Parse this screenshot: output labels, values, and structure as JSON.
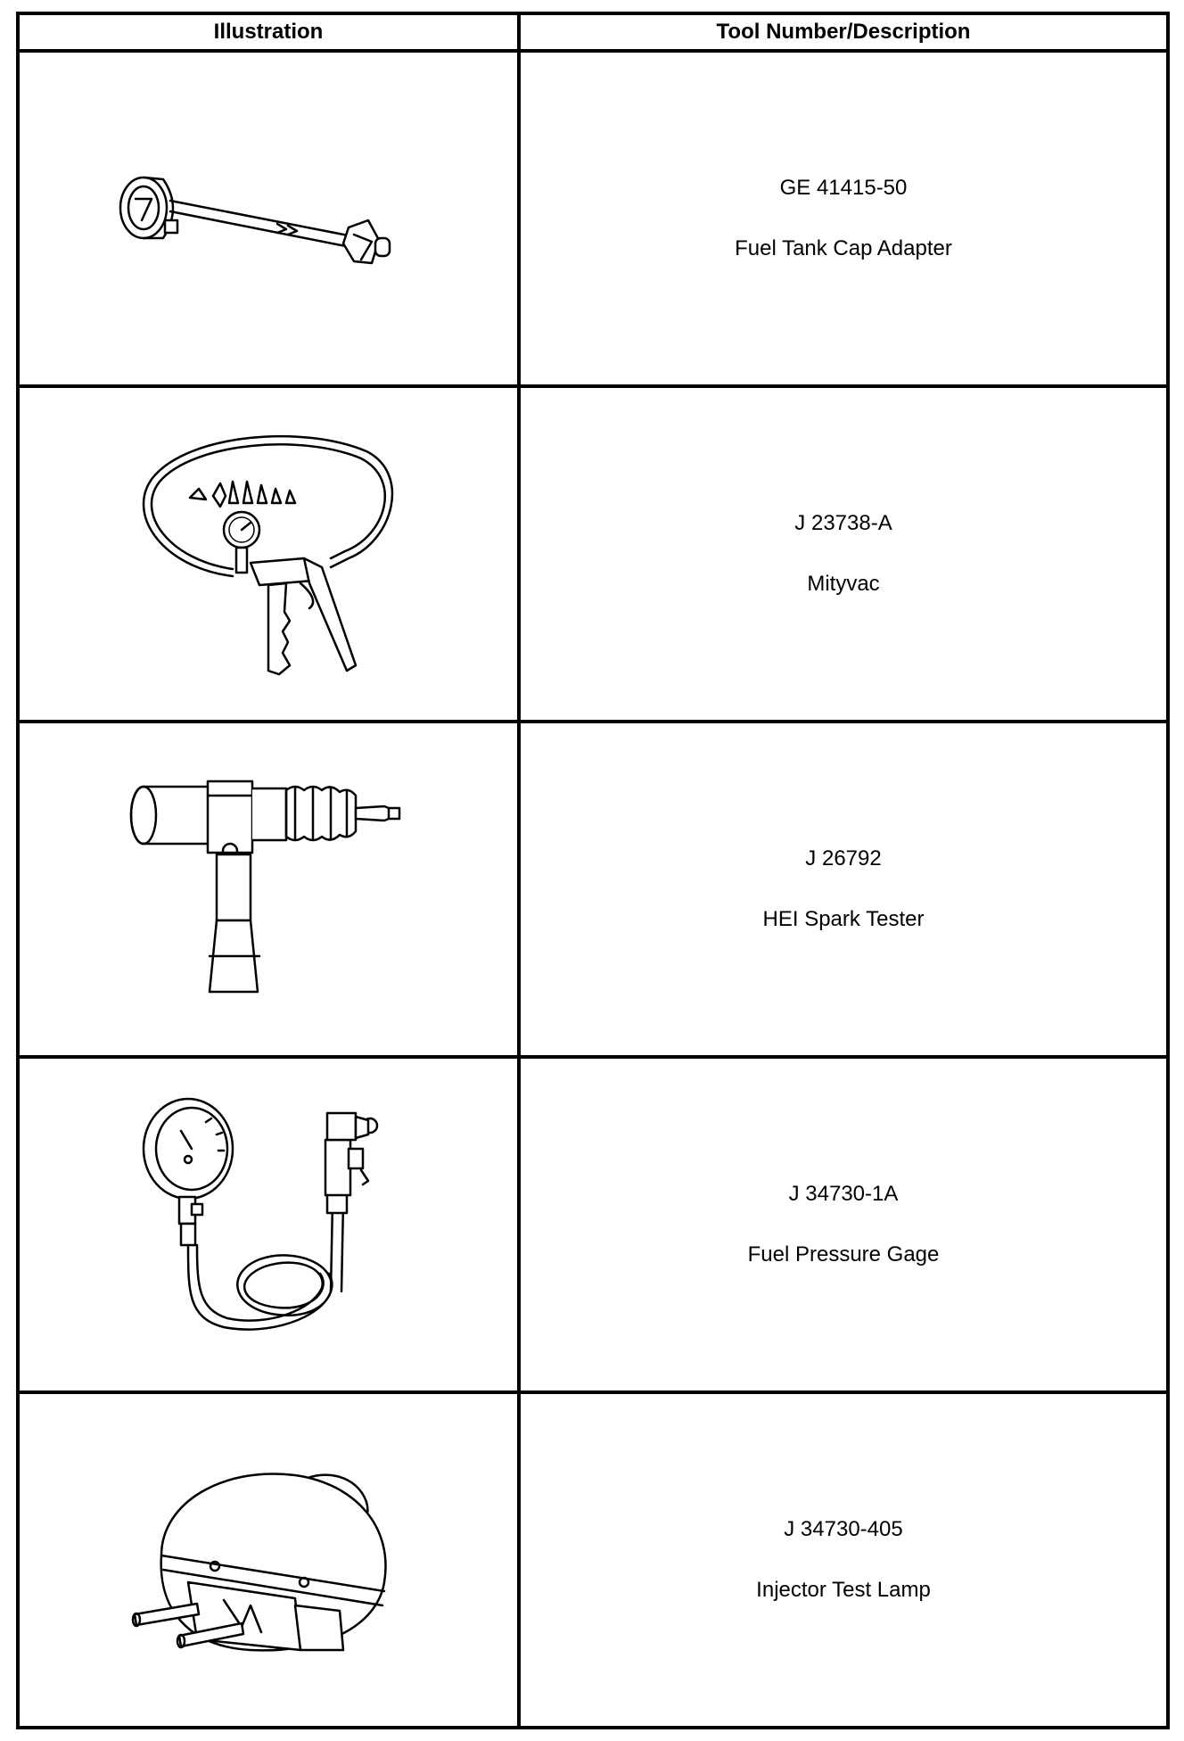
{
  "table": {
    "headers": {
      "illustration": "Illustration",
      "description": "Tool Number/Description"
    },
    "rows": [
      {
        "icon": "fuel-tank-cap-adapter-icon",
        "number": "GE 41415-50",
        "name": "Fuel Tank Cap Adapter"
      },
      {
        "icon": "mityvac-icon",
        "number": "J 23738-A",
        "name": "Mityvac"
      },
      {
        "icon": "hei-spark-tester-icon",
        "number": "J 26792",
        "name": "HEI Spark Tester"
      },
      {
        "icon": "fuel-pressure-gage-icon",
        "number": "J 34730-1A",
        "name": "Fuel Pressure Gage"
      },
      {
        "icon": "injector-test-lamp-icon",
        "number": "J 34730-405",
        "name": "Injector Test Lamp"
      }
    ]
  }
}
